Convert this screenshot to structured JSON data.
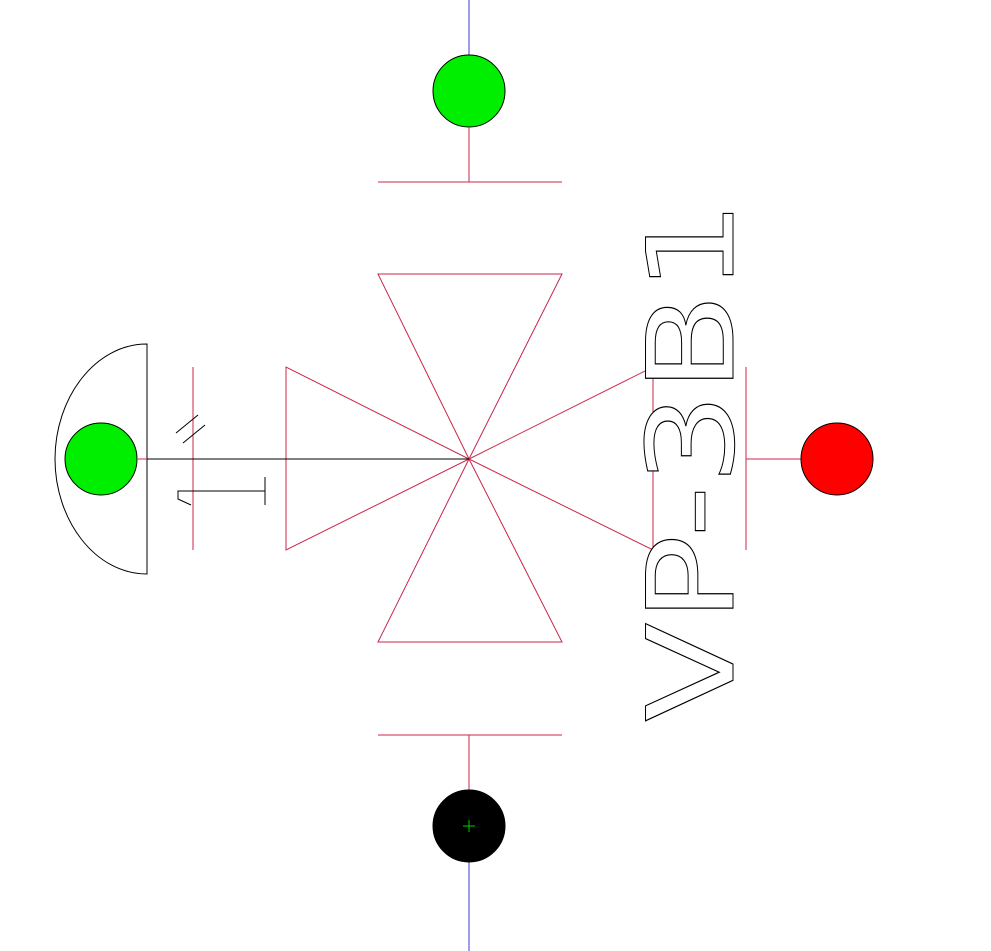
{
  "symbol": {
    "type": "four-way valve",
    "tag": "VP-3B1",
    "actuator_code": "1"
  },
  "ports": [
    {
      "id": "top",
      "state": "green"
    },
    {
      "id": "right",
      "state": "red"
    },
    {
      "id": "bottom",
      "state": "black"
    },
    {
      "id": "actuator",
      "state": "green"
    }
  ],
  "colors": {
    "valve_body": "#c8264a",
    "pipe": "#3b3bd6",
    "outline": "#000000",
    "port_green": "#00ee00",
    "port_red": "#ff0000",
    "port_black": "#000000",
    "crosshair": "#00cc00",
    "background": "#ffffff"
  }
}
